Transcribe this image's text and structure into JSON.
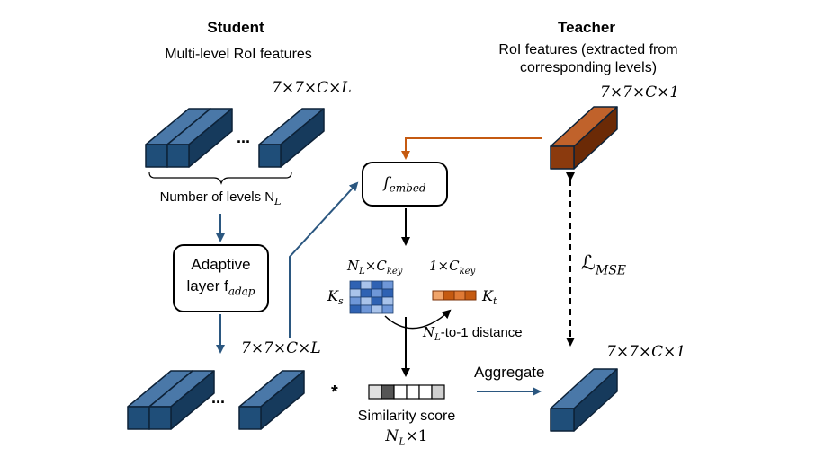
{
  "student": {
    "title": "Student",
    "subtitle": "Multi-level RoI features",
    "dim_top": "7×7×C×L",
    "levels_label": "Number of levels N",
    "levels_sub": "L",
    "adaptive_line1": "Adaptive",
    "adaptive_line2": "layer f",
    "adaptive_sub": "adap",
    "dim_bottom": "7×7×C×L",
    "dots": "..."
  },
  "teacher": {
    "title": "Teacher",
    "subtitle_line1": "RoI features (extracted from",
    "subtitle_line2": "corresponding levels)",
    "dim_top": "7×7×C×1",
    "loss": "ℒ",
    "loss_sub": "MSE",
    "dim_bottom": "7×7×C×1"
  },
  "embed": {
    "f": "f",
    "sub": "embed"
  },
  "keys": {
    "ks_dim": "N",
    "ks_dim_sub1": "L",
    "ks_dim_mid": "×C",
    "ks_dim_sub2": "key",
    "kt_dim": "1×C",
    "kt_dim_sub": "key",
    "ks_label": "K",
    "ks_sub": "s",
    "kt_label": "K",
    "kt_sub": "t",
    "distance": "N",
    "distance_sub": "L",
    "distance_rest": "-to-1 distance"
  },
  "similarity": {
    "label": "Similarity score",
    "dim": "N",
    "dim_sub": "L",
    "dim_rest": "×1",
    "multiply": "*"
  },
  "aggregate": "Aggregate",
  "colors": {
    "student_front": "#1f4e79",
    "student_top": "#4a78a8",
    "student_side": "#163a5c",
    "teacher_front": "#8b3a0e",
    "teacher_top": "#c0622b",
    "teacher_side": "#6b2a06",
    "arrow_blue": "#2b5780",
    "arrow_orange": "#c55a11"
  }
}
